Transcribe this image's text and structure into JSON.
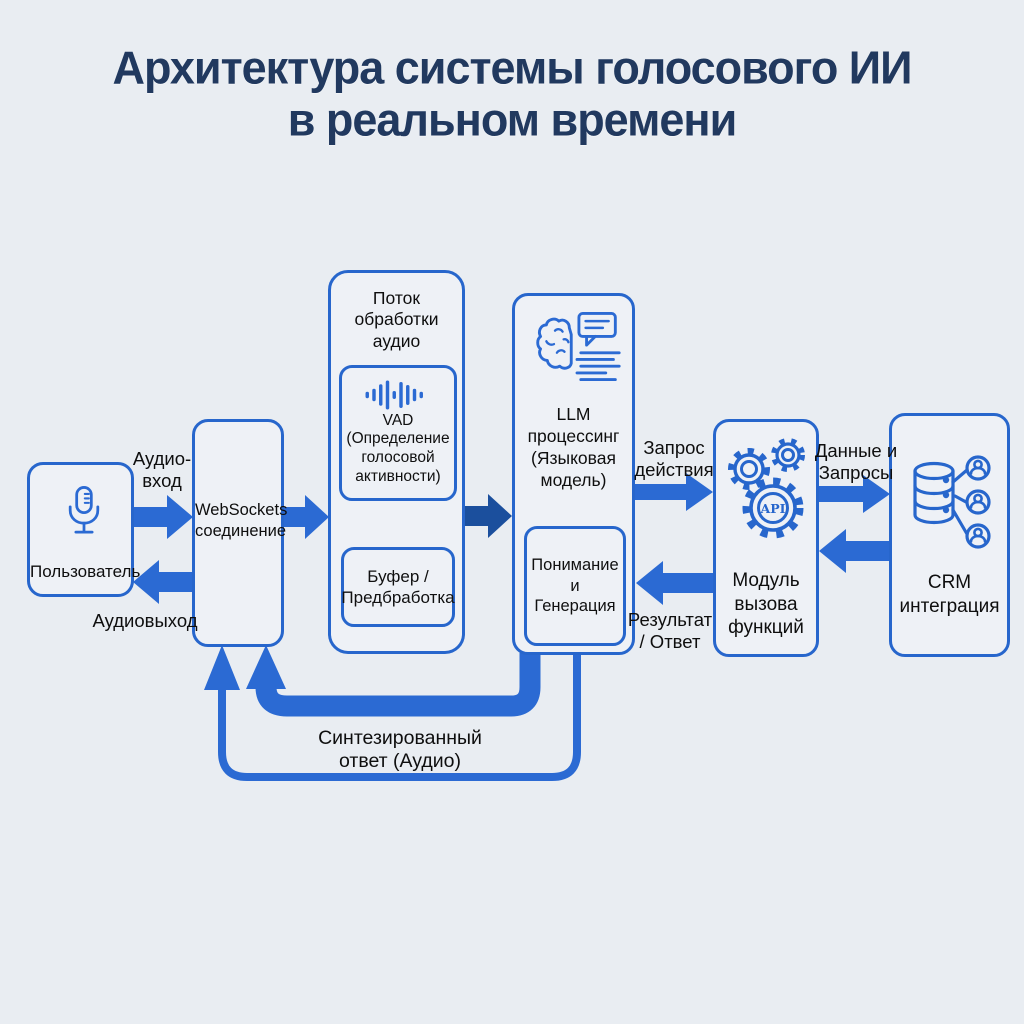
{
  "title": "Архитектура системы голосового ИИ\nв реальном времени",
  "colors": {
    "background": "#e9edf2",
    "block_fill": "#eef1f6",
    "border_blue": "#2766cc",
    "arrow_blue": "#2b6ad3",
    "arrow_dark_blue": "#1b4f9d",
    "title_navy": "#21395f"
  },
  "nodes": {
    "user": {
      "label": "Пользователь",
      "icon": "microphone-icon"
    },
    "websockets": {
      "label": "WebSockets\nсоединение"
    },
    "audio_pipeline": {
      "title": "Поток\nобработки\nаудио",
      "vad": {
        "label": "VAD\n(Определение\nголосовой\nактивности)",
        "icon": "waveform-icon"
      },
      "buffer": {
        "label": "Буфер /\nПредбработка"
      }
    },
    "llm": {
      "label": "LLM\nпроцессинг\n(Языковая\nмодель)",
      "icon": "brain-chat-icon",
      "sub": {
        "label": "Понимание\nи\nГенерация"
      }
    },
    "function_module": {
      "label": "Модуль\nвызова\nфункций",
      "icon": "gears-api-icon",
      "icon_text": "API"
    },
    "crm": {
      "label": "CRM\nинтеграция",
      "icon": "database-users-icon"
    }
  },
  "edges": {
    "audio_in": "Аудио-\nвход",
    "audio_out": "Аудиовыход",
    "action_request": "Запрос\nдействия",
    "result_answer": "Результат\n/ Ответ",
    "data_requests": "Данные и\nЗапросы",
    "synthesized_response": "Синтезированный\nответ (Аудио)"
  }
}
